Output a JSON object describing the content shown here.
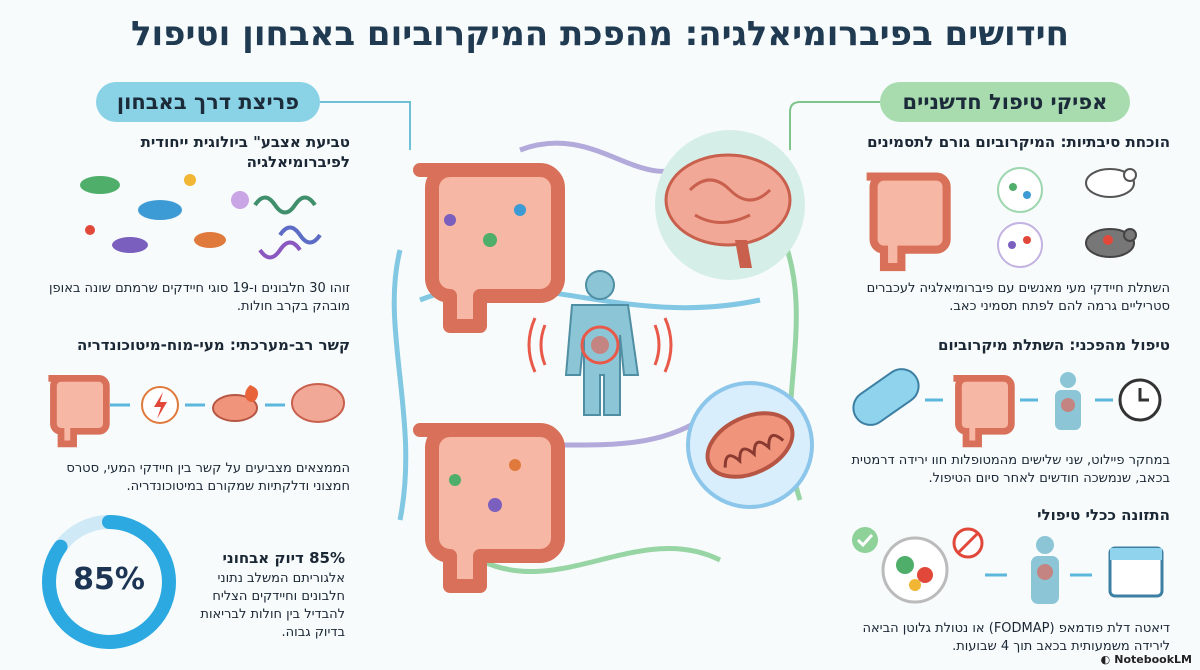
{
  "title": "חידושים בפיברומיאלגיה: מהפכת המיקרוביום באבחון וטיפול",
  "left": {
    "pill": "פריצת דרך באבחון",
    "s1_title": "טביעת אצבע\" ביולוגית ייחודית לפיברומיאלגיה",
    "s1_text": "זוהו 30 חלבונים ו-19 סוגי חיידקים שרמתם שונה באופן מובהק בקרב חולות.",
    "s2_title": "קשר רב-מערכתי: מעי-מוח-מיטוכונדריה",
    "s2_text": "הממצאים מצביעים על קשר בין חיידקי המעי, סטרס חמצוני ודלקתיות שמקורם במיטוכונדריה.",
    "s3_title": "85% דיוק אבחוני",
    "s3_text": "אלגוריתם המשלב נתוני חלבונים וחיידקים הצליח להבדיל בין חולות לבריאות בדיוק גבוה.",
    "stat_label": "85%",
    "stat_value": 0.85
  },
  "right": {
    "pill": "אפיקי טיפול חדשניים",
    "s1_title": "הוכחת סיבתיות: המיקרוביום גורם לתסמינים",
    "s1_text": "השתלת חיידקי מעי מאנשים עם פיברומיאלגיה לעכברים סטריליים גרמה להם לפתח תסמיני כאב.",
    "s2_title": "טיפול מהפכני: השתלת מיקרוביום",
    "s2_text": "במחקר פיילוט, שני שלישים מהמטופלות חוו ירידה דרמטית בכאב, שנמשכה חודשים לאחר סיום הטיפול.",
    "s3_title": "התזונה ככלי טיפולי",
    "s3_text": "דיאטה דלת פודמאפ (FODMAP) או נטולת גלוטן הביאה לירידה משמעותית בכאב תוך 4 שבועות."
  },
  "brand": "NotebookLM",
  "colors": {
    "left_pill": "#8ad3e6",
    "right_pill": "#a8dcaf",
    "ring": "#2ba9e0",
    "gut": "#e58a72"
  },
  "icons": [
    "gut-icon",
    "brain-icon",
    "human-body-icon",
    "mitochondria-icon",
    "bacteria-icon",
    "protein-icon",
    "lightning-icon",
    "flame-icon",
    "mouse-icon",
    "capsule-icon",
    "clock-icon",
    "food-plate-icon",
    "calendar-icon",
    "check-icon",
    "no-wheat-icon"
  ]
}
